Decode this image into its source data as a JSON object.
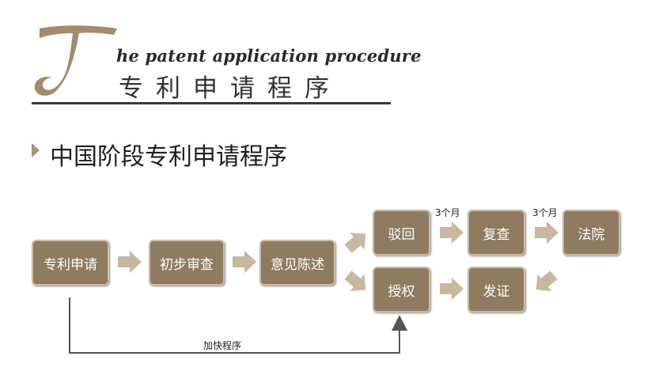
{
  "header": {
    "logo_letter": "T",
    "title_en": "he patent application procedure",
    "title_cn": "专利申请程序",
    "subtitle": "中国阶段专利申请程序"
  },
  "steps": {
    "application": "专利申请",
    "preliminary_exam": "初步审查",
    "statement": "意见陈述",
    "rejection": "驳回",
    "grant": "授权",
    "reexamination": "复查",
    "court": "法院",
    "certificate": "发证"
  },
  "labels": {
    "three_months_1": "3个月",
    "three_months_2": "3个月",
    "expedited": "加快程序"
  },
  "colors": {
    "box_fill": "#8f7b60",
    "box_border": "#c9bba5",
    "arrow": "#c8b89e",
    "logo_letter": "#a38b6b"
  }
}
